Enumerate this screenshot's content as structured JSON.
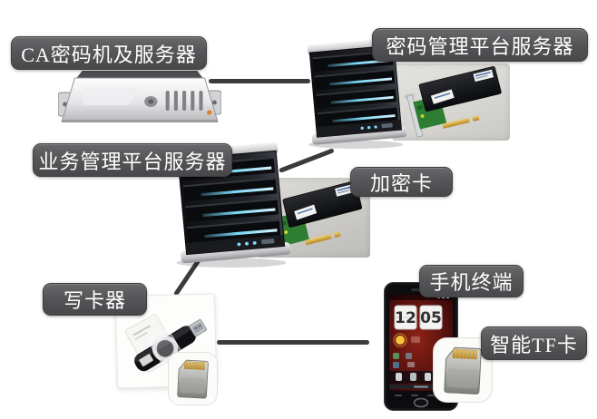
{
  "labels": {
    "ca_server": "CA密码机及服务器",
    "pwd_mgmt_server": "密码管理平台服务器",
    "biz_mgmt_server": "业务管理平台服务器",
    "encryption_card": "加密卡",
    "card_writer": "写卡器",
    "phone_terminal": "手机终端",
    "smart_tf_card": "智能TF卡"
  },
  "phone": {
    "clock_hour": "12",
    "clock_minute": "05"
  },
  "images": {
    "ca_server": "rack-server-photo",
    "pwd_mgmt_server": "black-tower-server-photo",
    "biz_mgmt_server": "black-tower-server-photo",
    "encryption_card": "pcie-encryption-card-photo",
    "card_writer": "usb-card-reader-photo",
    "phone_terminal": "smartphone-photo",
    "smart_tf_card": "microsd-card-photo"
  },
  "colors": {
    "background": "#ffffff",
    "label_bg": "#57575a",
    "label_text": "#ffffff",
    "connector": "#3b3b3b",
    "server_led": "#7fd8f7",
    "sd_pins_gold": "#d9a83c",
    "pcb_green": "#2e7d32",
    "photo_bg": "#cfcecb"
  },
  "connectors": [
    {
      "from": "ca_server",
      "to": "pwd_mgmt_server"
    },
    {
      "from": "biz_mgmt_server",
      "to": "pwd_mgmt_server"
    },
    {
      "from": "biz_mgmt_server",
      "to": "card_writer"
    },
    {
      "from": "card_writer",
      "to": "phone_terminal"
    }
  ]
}
